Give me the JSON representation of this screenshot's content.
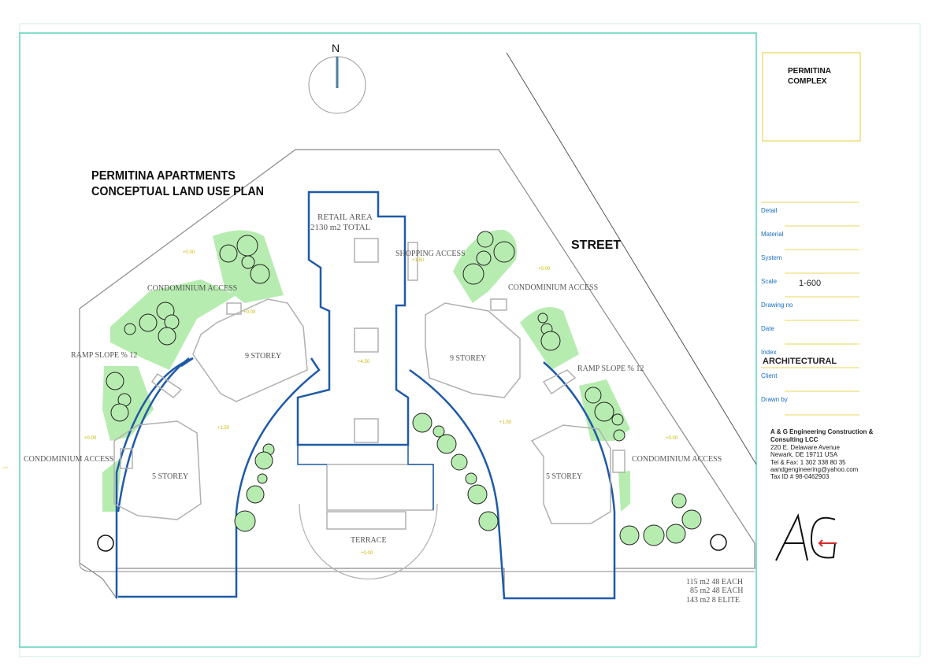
{
  "drawing": {
    "north_label": "N",
    "title_line1": "PERMITINA APARTMENTS",
    "title_line2": "CONCEPTUAL LAND USE PLAN",
    "street_label": "STREET",
    "retail_line1": "RETAIL AREA",
    "retail_line2": "2130 m2 TOTAL",
    "shopping_access": "SHOPPING ACCESS",
    "condo_access_left_top": "CONDOMINIUM ACCESS",
    "condo_access_right_top": "CONDOMINIUM ACCESS",
    "condo_access_left_bottom": "CONDOMINIUM ACCESS",
    "condo_access_right_bottom": "CONDOMINIUM ACCESS",
    "ramp_left": "RAMP SLOPE % 12",
    "ramp_right": "RAMP SLOPE % 12",
    "nine_storey_left": "9 STOREY",
    "nine_storey_right": "9 STOREY",
    "five_storey_left": "5 STOREY",
    "five_storey_right": "5 STOREY",
    "terrace": "TERRACE",
    "unit_summary": [
      "115 m2 48 EACH",
      "85 m2  48 EACH",
      "143 m2  8  ELITE"
    ],
    "level_marks": [
      "+0.00",
      "+1.50",
      "+4.50",
      "+1.50",
      "+0.00",
      "+0.00",
      "+0.00",
      "+0.00",
      "+1.50",
      "+0.00"
    ]
  },
  "title_block": {
    "project_line1": "PERMITINA",
    "project_line2": "COMPLEX",
    "fields": [
      {
        "label": "Detail",
        "value": ""
      },
      {
        "label": "Material",
        "value": ""
      },
      {
        "label": "System",
        "value": ""
      },
      {
        "label": "Scale",
        "value": "1-600"
      },
      {
        "label": "Drawing no",
        "value": ""
      },
      {
        "label": "Date",
        "value": ""
      },
      {
        "label": "Index",
        "value": "ARCHITECTURAL"
      },
      {
        "label": "Client",
        "value": ""
      },
      {
        "label": "Drawn by",
        "value": ""
      }
    ],
    "firm_lines": [
      "A & G Engineering Construction &",
      "Consulting LCC",
      "220 E. Delaware Avenue",
      "Newark, DE 19711 USA",
      "Tel & Fax: 1 302 338 80 35",
      "aandgengineering@yahoo.com",
      "Tax ID # 98-0462903"
    ],
    "logo_text": "AG"
  },
  "colors": {
    "frame": "#34c7a9",
    "title_box": "#e8d75a",
    "building": "#1f5aa8",
    "green": "#b7ecb0",
    "grey_line": "#8a8a8a"
  }
}
